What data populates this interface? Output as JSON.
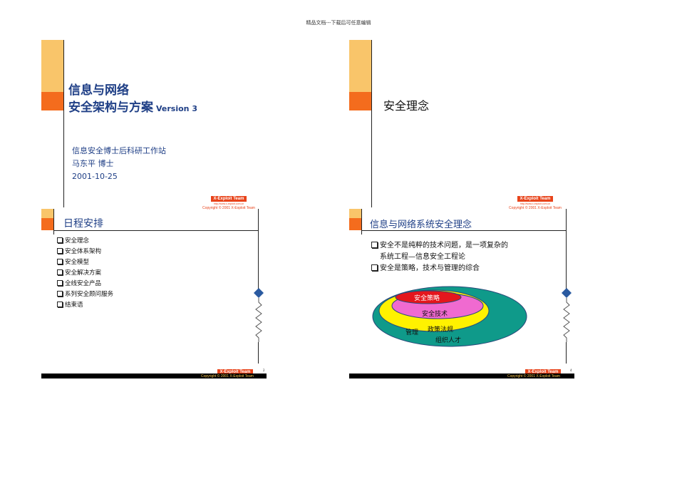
{
  "header_note": "精品文档---下载后可任意编辑",
  "brand": {
    "team": "X-Exploit Team",
    "url": "http://www.x-exploit.com.cn",
    "copyright": "Copyright © 2001 X-Exploit Team"
  },
  "slide1": {
    "title_line1": "信息与网络",
    "title_line2": "安全架构与方案",
    "version": "Version 3",
    "org": "信息安全博士后科研工作站",
    "author": "马东平 博士",
    "date": "2001-10-25"
  },
  "slide2": {
    "title": "安全理念"
  },
  "slide3": {
    "title": "日程安排",
    "items": [
      "安全理念",
      "安全体系架构",
      "安全模型",
      "安全解决方案",
      "全线安全产品",
      "系列安全顾问服务",
      "结束语"
    ],
    "page": "2"
  },
  "slide4": {
    "title": "信息与网络系统安全理念",
    "bullet1_line1": "安全不是纯粹的技术问题，是一项复杂的",
    "bullet1_line2": "系统工程—信息安全工程论",
    "bullet2": "安全是策略，技术与管理的综合",
    "diagram": {
      "inner": "安全策略",
      "second": "安全技术",
      "third": "政策法规",
      "outer_left": "管理",
      "outer_bottom": "组织人才"
    },
    "page": "4"
  },
  "colors": {
    "title_blue": "#1f3f86",
    "orange_light": "#f9c56a",
    "orange_dark": "#f46c1d",
    "brand_red": "#e8431a"
  }
}
